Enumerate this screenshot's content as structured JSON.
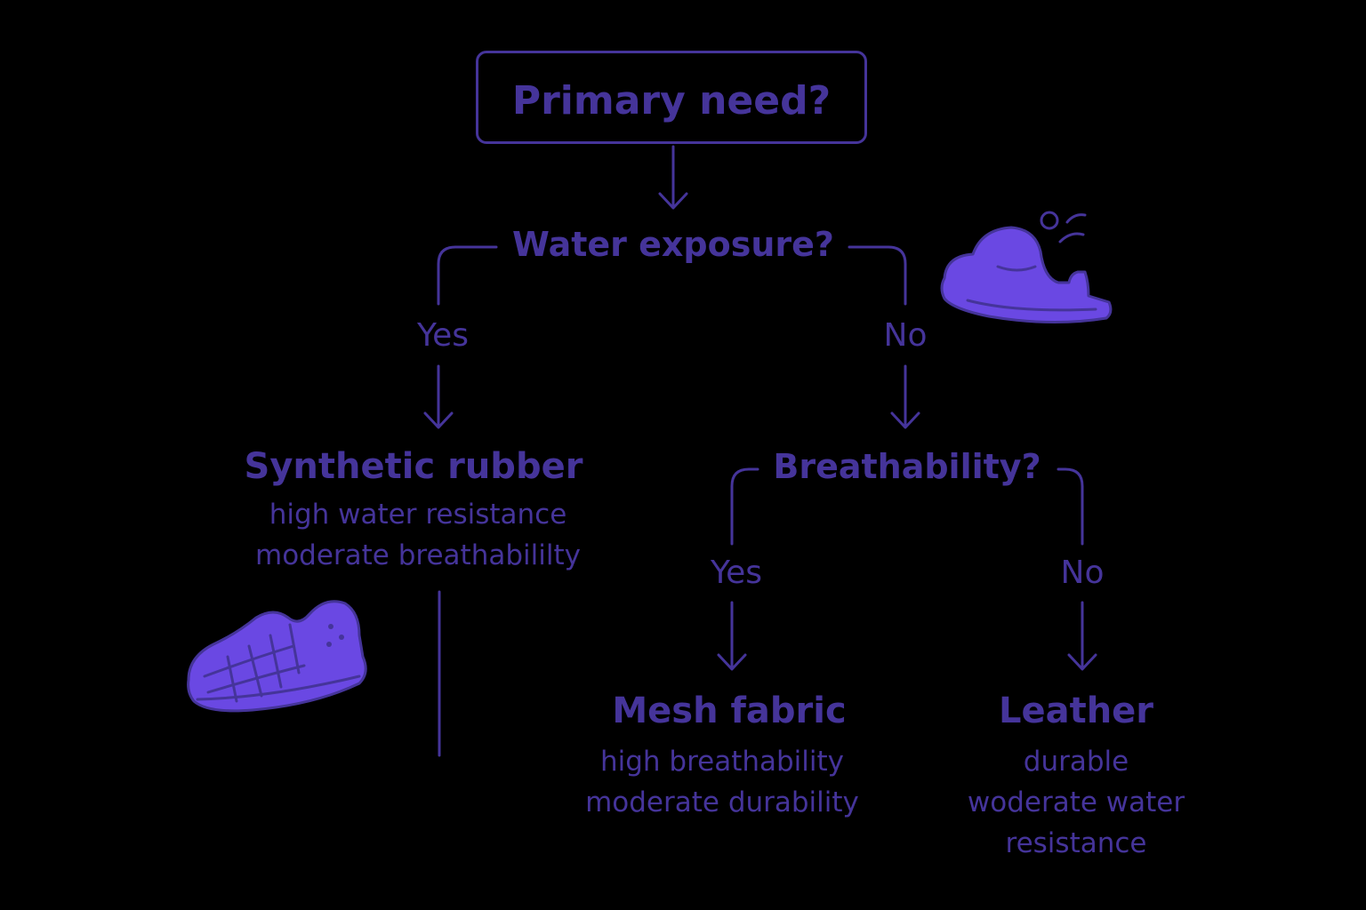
{
  "colors": {
    "background": "#000000",
    "ink": "#45349a",
    "icon_fill": "#6a48e3"
  },
  "root": {
    "label": "Primary need?"
  },
  "water_question": {
    "label": "Water exposure?",
    "yes_label": "Yes",
    "no_label": "No"
  },
  "synthetic_rubber": {
    "title": "Synthetic rubber",
    "lines": [
      "high water resistance",
      "moderate breathabililty"
    ]
  },
  "breathability_question": {
    "label": "Breathability?",
    "yes_label": "Yes",
    "no_label": "No"
  },
  "mesh_fabric": {
    "title": "Mesh fabric",
    "lines": [
      "high breathability",
      "moderate durability"
    ]
  },
  "leather": {
    "title": "Leather",
    "lines": [
      "durable",
      "woderate water",
      "resistance"
    ]
  },
  "icons": {
    "top_right": "sandal-icon",
    "bottom_left": "water-shoe-icon"
  }
}
